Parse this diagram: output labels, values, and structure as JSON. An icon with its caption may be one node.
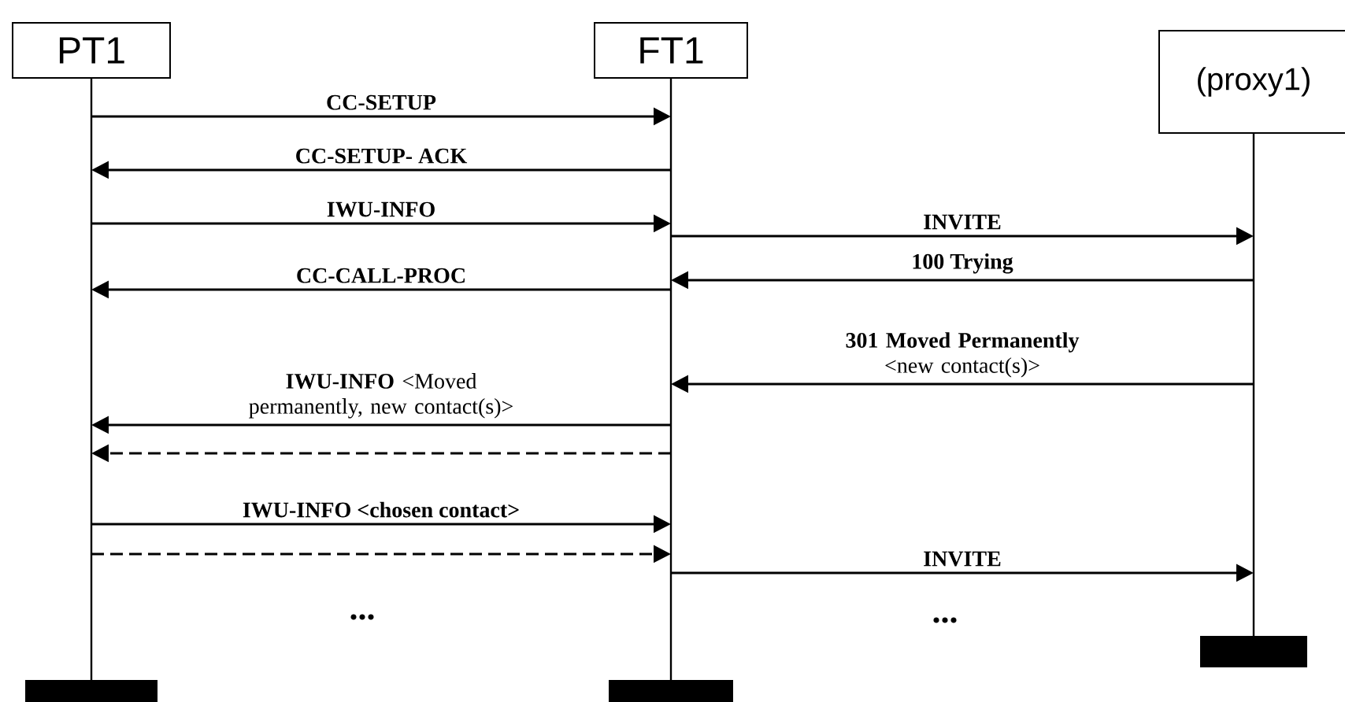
{
  "diagram": {
    "nodes": [
      {
        "text": [
          "PT1"
        ]
      },
      {
        "text": [
          "FT1"
        ]
      },
      {
        "text": [
          "(proxy1)"
        ]
      }
    ],
    "edges": [
      {
        "from": 0,
        "to": 1,
        "arrow": "to",
        "label": "CC-SETUP"
      },
      {
        "from": 1,
        "to": 0,
        "arrow": "to",
        "label": "CC-SETUP- ACK"
      },
      {
        "from": 0,
        "to": 1,
        "arrow": "to",
        "label": "IWU-INFO"
      },
      {
        "from": 1,
        "to": 2,
        "arrow": "to",
        "label": "INVITE"
      },
      {
        "from": 2,
        "to": 1,
        "arrow": "to",
        "label": "100 Trying"
      },
      {
        "from": 1,
        "to": 0,
        "arrow": "to",
        "label": "CC-CALL-PROC"
      },
      {
        "from": 2,
        "to": 1,
        "arrow": "to",
        "label": "**301 Moved Permanently** <new contact(s)>"
      },
      {
        "from": 1,
        "to": 0,
        "arrow": "to",
        "label": "**IWU-INFO** <Moved permanently, new contact(s)>"
      },
      {
        "from": 1,
        "to": 0,
        "arrow": "to",
        "style": "dashed"
      },
      {
        "from": 0,
        "to": 1,
        "arrow": "to",
        "label": "**IWU-INFO** <chosen contact>"
      },
      {
        "from": 0,
        "to": 1,
        "arrow": "to",
        "style": "dashed"
      },
      {
        "from": 1,
        "to": 2,
        "arrow": "to",
        "label": "INVITE"
      }
    ],
    "labels": [
      "...",
      "..."
    ]
  }
}
